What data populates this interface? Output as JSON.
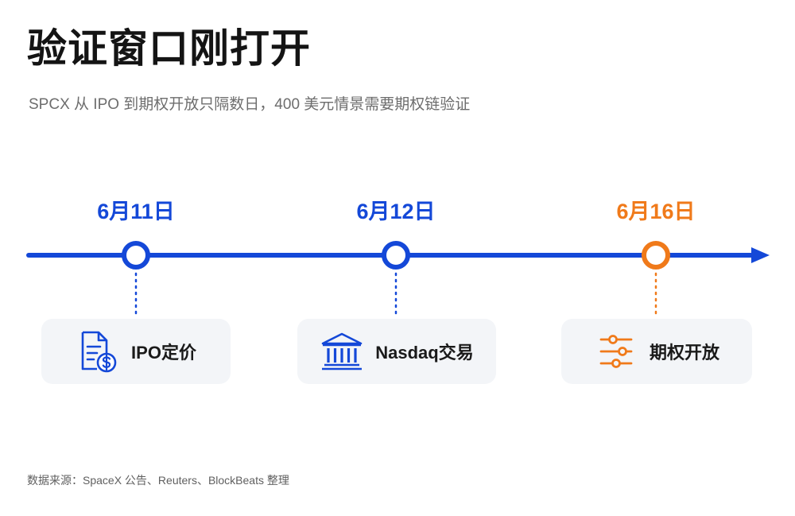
{
  "header": {
    "title": "验证窗口刚打开",
    "subtitle": "SPCX 从 IPO 到期权开放只隔数日，400 美元情景需要期权链验证"
  },
  "colors": {
    "blue": "#1448d8",
    "orange": "#f07a1a",
    "card_bg": "#f3f5f8"
  },
  "timeline": {
    "events": [
      {
        "date": "6月11日",
        "label": "IPO定价",
        "icon": "document-dollar-icon",
        "color": "blue"
      },
      {
        "date": "6月12日",
        "label": "Nasdaq交易",
        "icon": "bank-building-icon",
        "color": "blue"
      },
      {
        "date": "6月16日",
        "label": "期权开放",
        "icon": "sliders-icon",
        "color": "orange"
      }
    ]
  },
  "footer": {
    "source": "数据来源：SpaceX 公告、Reuters、BlockBeats 整理"
  }
}
